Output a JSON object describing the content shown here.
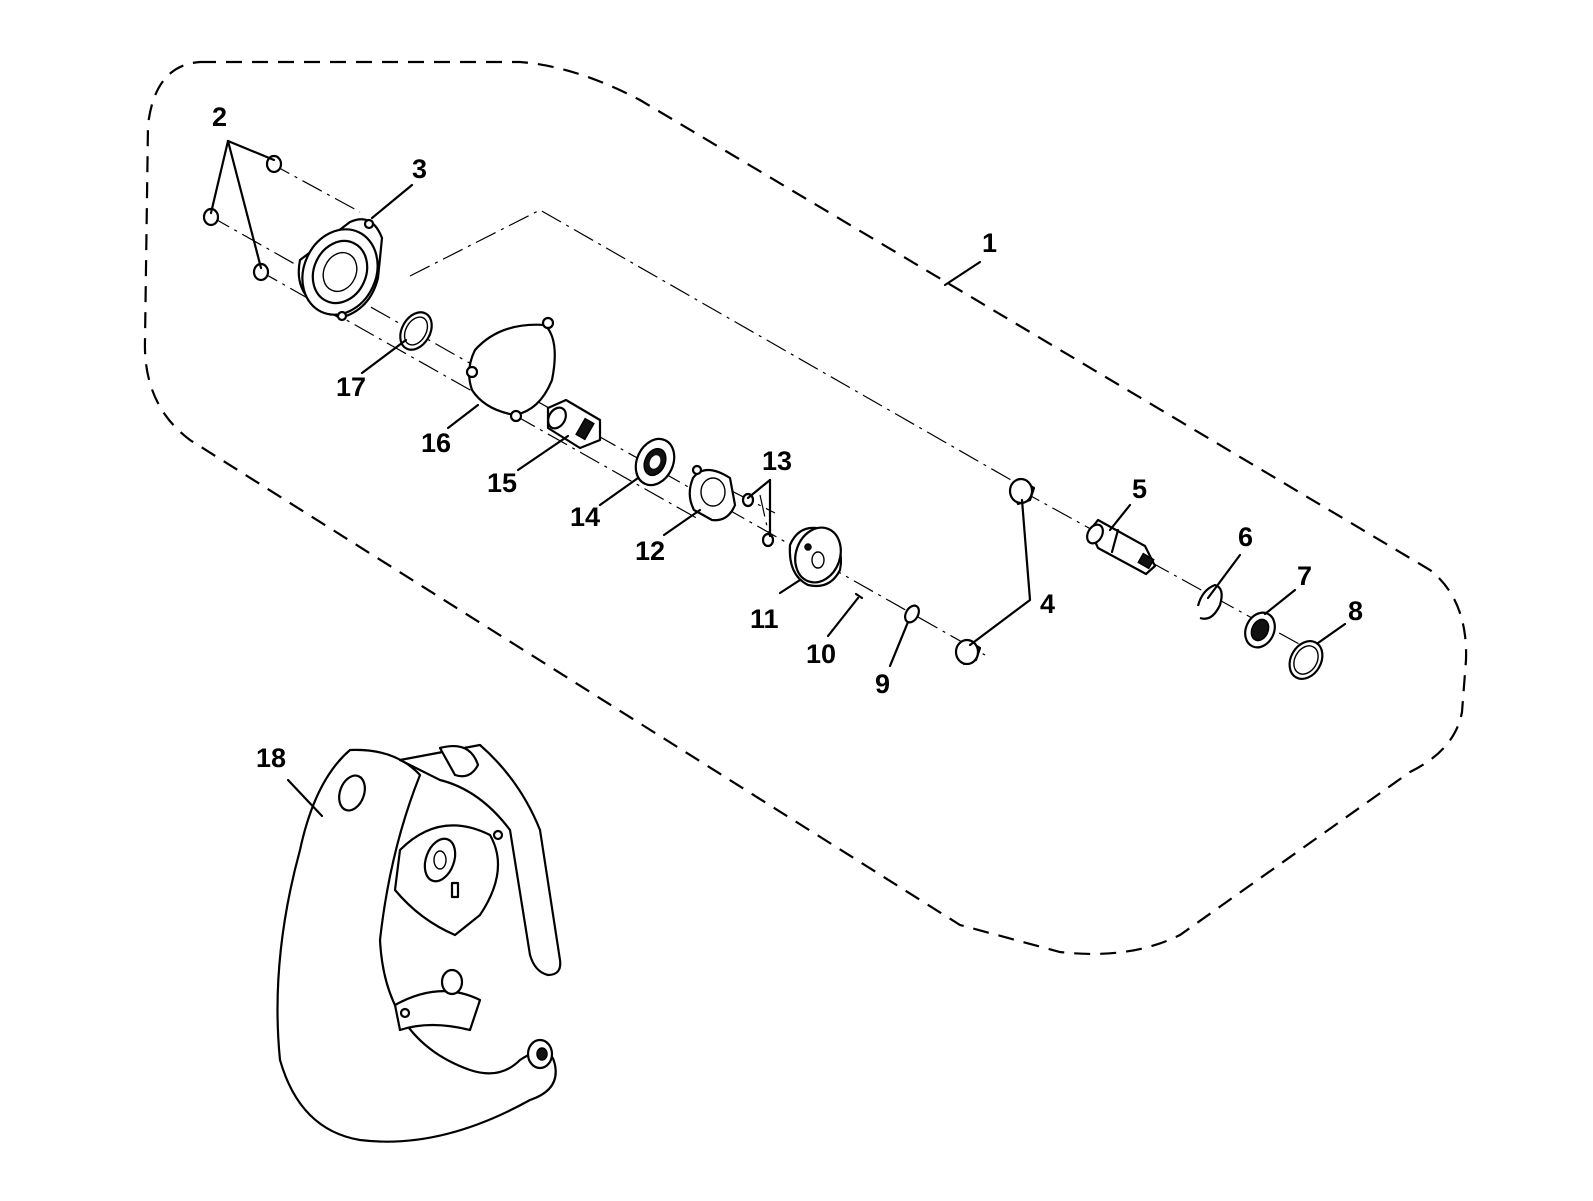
{
  "callouts": {
    "p1": "1",
    "p2": "2",
    "p3": "3",
    "p4": "4",
    "p5": "5",
    "p6": "6",
    "p7": "7",
    "p8": "8",
    "p9": "9",
    "p10": "10",
    "p11": "11",
    "p12": "12",
    "p13": "13",
    "p14": "14",
    "p15": "15",
    "p16": "16",
    "p17": "17",
    "p18": "18"
  },
  "colors": {
    "ink": "#000000",
    "paper": "#ffffff"
  }
}
